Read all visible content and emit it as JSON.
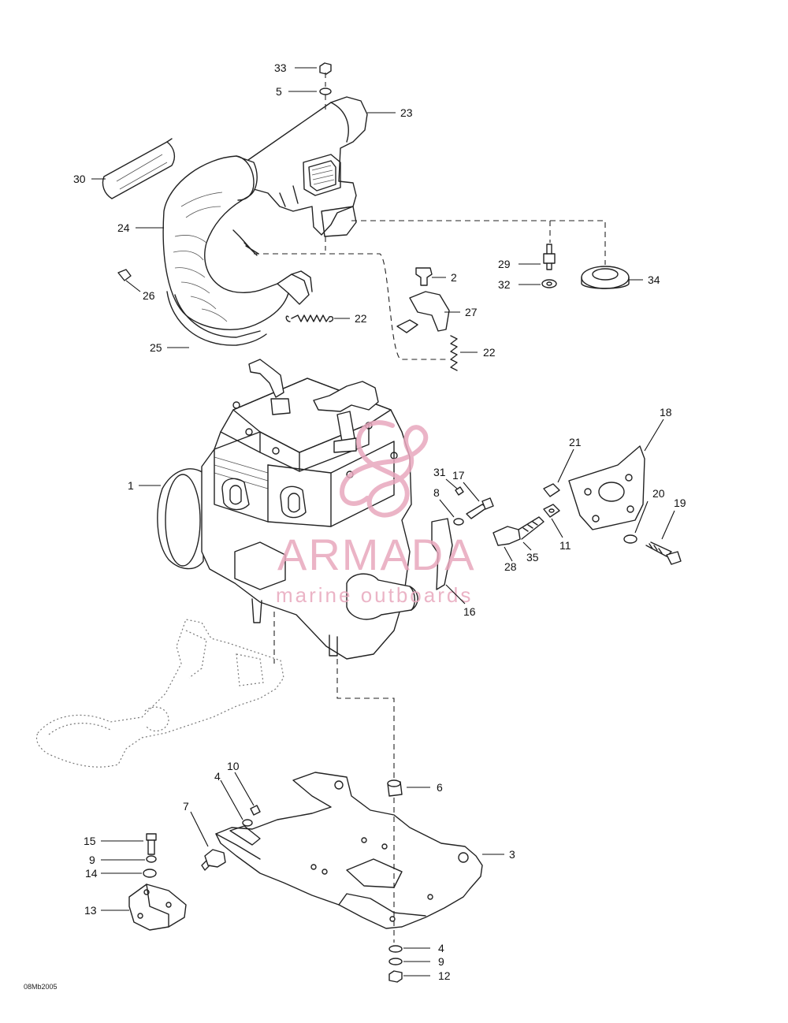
{
  "diagram_code": "08Mb2005",
  "watermark": {
    "brand": "ARMADA",
    "tagline": "marine outboards",
    "color": "#e8a7bd"
  },
  "callouts": [
    {
      "id": "c33",
      "text": "33"
    },
    {
      "id": "c5",
      "text": "5"
    },
    {
      "id": "c23",
      "text": "23"
    },
    {
      "id": "c30",
      "text": "30"
    },
    {
      "id": "c24",
      "text": "24"
    },
    {
      "id": "c26",
      "text": "26"
    },
    {
      "id": "c25",
      "text": "25"
    },
    {
      "id": "c22a",
      "text": "22"
    },
    {
      "id": "c2",
      "text": "2"
    },
    {
      "id": "c27",
      "text": "27"
    },
    {
      "id": "c22b",
      "text": "22"
    },
    {
      "id": "c29",
      "text": "29"
    },
    {
      "id": "c32",
      "text": "32"
    },
    {
      "id": "c34",
      "text": "34"
    },
    {
      "id": "c18",
      "text": "18"
    },
    {
      "id": "c21",
      "text": "21"
    },
    {
      "id": "c1",
      "text": "1"
    },
    {
      "id": "c31",
      "text": "31"
    },
    {
      "id": "c17",
      "text": "17"
    },
    {
      "id": "c8",
      "text": "8"
    },
    {
      "id": "c20",
      "text": "20"
    },
    {
      "id": "c19",
      "text": "19"
    },
    {
      "id": "c11",
      "text": "11"
    },
    {
      "id": "c28",
      "text": "28"
    },
    {
      "id": "c35",
      "text": "35"
    },
    {
      "id": "c16",
      "text": "16"
    },
    {
      "id": "c10",
      "text": "10"
    },
    {
      "id": "c4a",
      "text": "4"
    },
    {
      "id": "c7",
      "text": "7"
    },
    {
      "id": "c6",
      "text": "6"
    },
    {
      "id": "c15",
      "text": "15"
    },
    {
      "id": "c9a",
      "text": "9"
    },
    {
      "id": "c14",
      "text": "14"
    },
    {
      "id": "c3",
      "text": "3"
    },
    {
      "id": "c13",
      "text": "13"
    },
    {
      "id": "c4b",
      "text": "4"
    },
    {
      "id": "c9b",
      "text": "9"
    },
    {
      "id": "c12",
      "text": "12"
    }
  ]
}
